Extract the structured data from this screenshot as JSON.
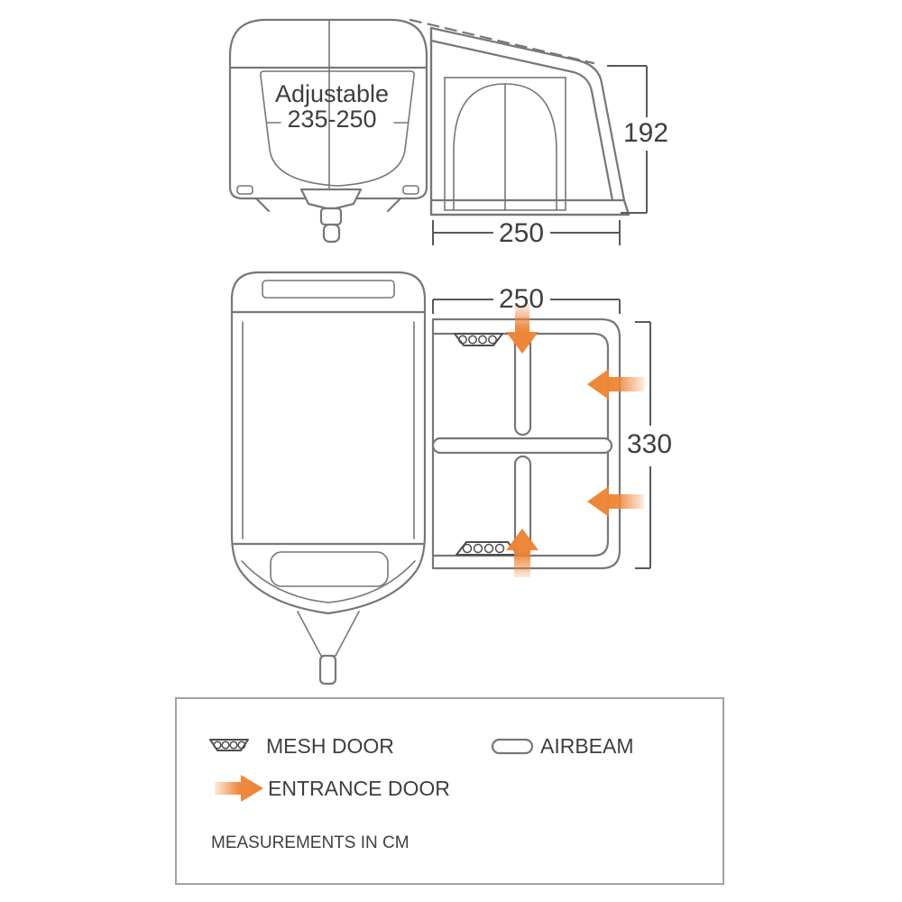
{
  "colors": {
    "line": "#777777",
    "line-dark": "#4d4d4d",
    "dim": "#595959",
    "text": "#3f3f3f",
    "orange": "#ee8434",
    "box-border": "#a3a3a3",
    "background": "#ffffff"
  },
  "side_view": {
    "caravan_label_line1": "Adjustable",
    "caravan_label_line2": "235-250",
    "height_dim": "192",
    "width_dim": "250"
  },
  "plan_view": {
    "width_dim": "250",
    "depth_dim": "330"
  },
  "legend": {
    "mesh_door_label": "MESH DOOR",
    "airbeam_label": "AIRBEAM",
    "entrance_door_label": "ENTRANCE DOOR",
    "note": "MEASUREMENTS IN CM"
  }
}
